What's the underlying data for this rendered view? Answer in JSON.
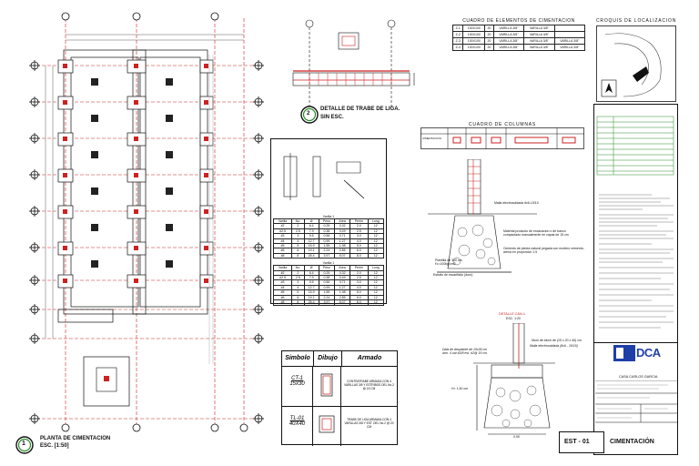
{
  "plan": {
    "title": "PLANTA DE CIMENTACION",
    "scale": "ESC. [1:50]",
    "number": "1"
  },
  "beam_detail": {
    "title": "DETALLE DE TRABE DE LIGA.",
    "scale": "SIN ESC.",
    "number": "2"
  },
  "elements_table": {
    "title": "CUADRO DE ELEMENTOS DE CIMENTACION",
    "rows": [
      [
        "Z-1",
        "100X100",
        "20",
        "VARILLA 3/8\"",
        "VARILLA 3/8\"",
        ""
      ],
      [
        "Z-2",
        "100X100",
        "20",
        "VARILLA 3/8\"",
        "VARILLA 3/8\"",
        ""
      ],
      [
        "Z-3",
        "100X100",
        "20",
        "VARILLA 3/8\"",
        "VARILLA 3/8\"",
        "VARILLA 3/8\""
      ],
      [
        "Z-4",
        "100X100",
        "20",
        "VARILLA 3/8\"",
        "VARILLA 3/8\"",
        "VARILLA 3/8\""
      ]
    ]
  },
  "columns_table": {
    "title": "CUADRO DE COLUMNAS",
    "row_label": "CIMENTACION"
  },
  "location": {
    "title": "CROQUIS DE LOCALIZACION"
  },
  "symbols_table": {
    "headers": [
      "Simbolo",
      "Dibujo",
      "Armado"
    ],
    "rows": [
      {
        "code": "CT-1",
        "size": "15x30",
        "desc": "CONTRATRABE ARMADA CON 4 VARILLAS 3/8 Y ESTRIBOS DEL No.2 @ 15 CM"
      },
      {
        "code": "TL-01",
        "size": "40X40",
        "desc": "TRABE DE LIGA ARMADA CON 4 VARILLAS 3/8 Y EST. DEL No.2 @ 20 CM"
      }
    ]
  },
  "wall_detail": {
    "mesh": "Malla electrosoldada 6x6-10/10",
    "fill": "Material producto de excavacion o de banco compactado manualmente en capas de 15 cm",
    "stone": "Cimiento de piedra natural pegada con mortero cemento-arena en proporcion 1:5",
    "firm": "Plantilla de 300 cm f'c=100kg/cm2",
    "soil": "Estrato de escarifado (duro)"
  },
  "castle_detail": {
    "title": "DETALLE CAN-1",
    "scale": "ESC. 1:20",
    "wall": "Muro de block de (15 x 20 x 40) cm",
    "mesh": "Malla electrosoldada (6x6 - 10/10)",
    "slab": "Dala de desplante de 15x30 cm arm. 4 var.#3/8 est. #2@ 15 cm",
    "depth": "H= 1.40 cm",
    "width": "0.90"
  },
  "rebar_table": {
    "title": "Varilla 1",
    "headers": [
      "Varilla",
      "No.",
      "Ø",
      "Peso",
      "Area",
      "Perim",
      "Long"
    ],
    "rows": [
      [
        "#2",
        "2",
        "6.4",
        "0.25",
        "0.32",
        "2.0",
        "12"
      ],
      [
        "#2.5",
        "2.5",
        "7.9",
        "0.38",
        "0.49",
        "2.5",
        "12"
      ],
      [
        "#3",
        "3",
        "9.5",
        "0.56",
        "0.71",
        "3.0",
        "12"
      ],
      [
        "#4",
        "4",
        "12.7",
        "0.99",
        "1.27",
        "4.0",
        "12"
      ],
      [
        "#5",
        "5",
        "15.9",
        "1.55",
        "1.98",
        "5.0",
        "12"
      ],
      [
        "#6",
        "6",
        "19.1",
        "2.24",
        "2.85",
        "6.0",
        "12"
      ],
      [
        "#8",
        "8",
        "25.4",
        "3.97",
        "5.07",
        "8.0",
        "12"
      ]
    ]
  },
  "company": {
    "logo": "DCA",
    "client": "CASA CARLOS GARCIA"
  },
  "sheet": {
    "code": "EST - 01",
    "name": "CIMENTACIÓN"
  }
}
